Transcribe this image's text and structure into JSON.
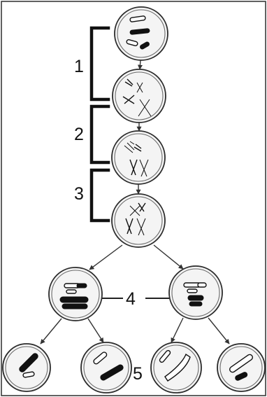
{
  "diagram": {
    "labels": [
      {
        "id": "stage-label-1",
        "text": "1"
      },
      {
        "id": "stage-label-2",
        "text": "2"
      },
      {
        "id": "stage-label-3",
        "text": "3"
      },
      {
        "id": "stage-label-4",
        "text": "4"
      },
      {
        "id": "stage-label-5",
        "text": "5"
      }
    ],
    "colors": {
      "chromosome_dark": "#111111",
      "chromosome_light": "#ffffff",
      "cell_fill": "#f4f4f4",
      "line": "#222222"
    }
  }
}
